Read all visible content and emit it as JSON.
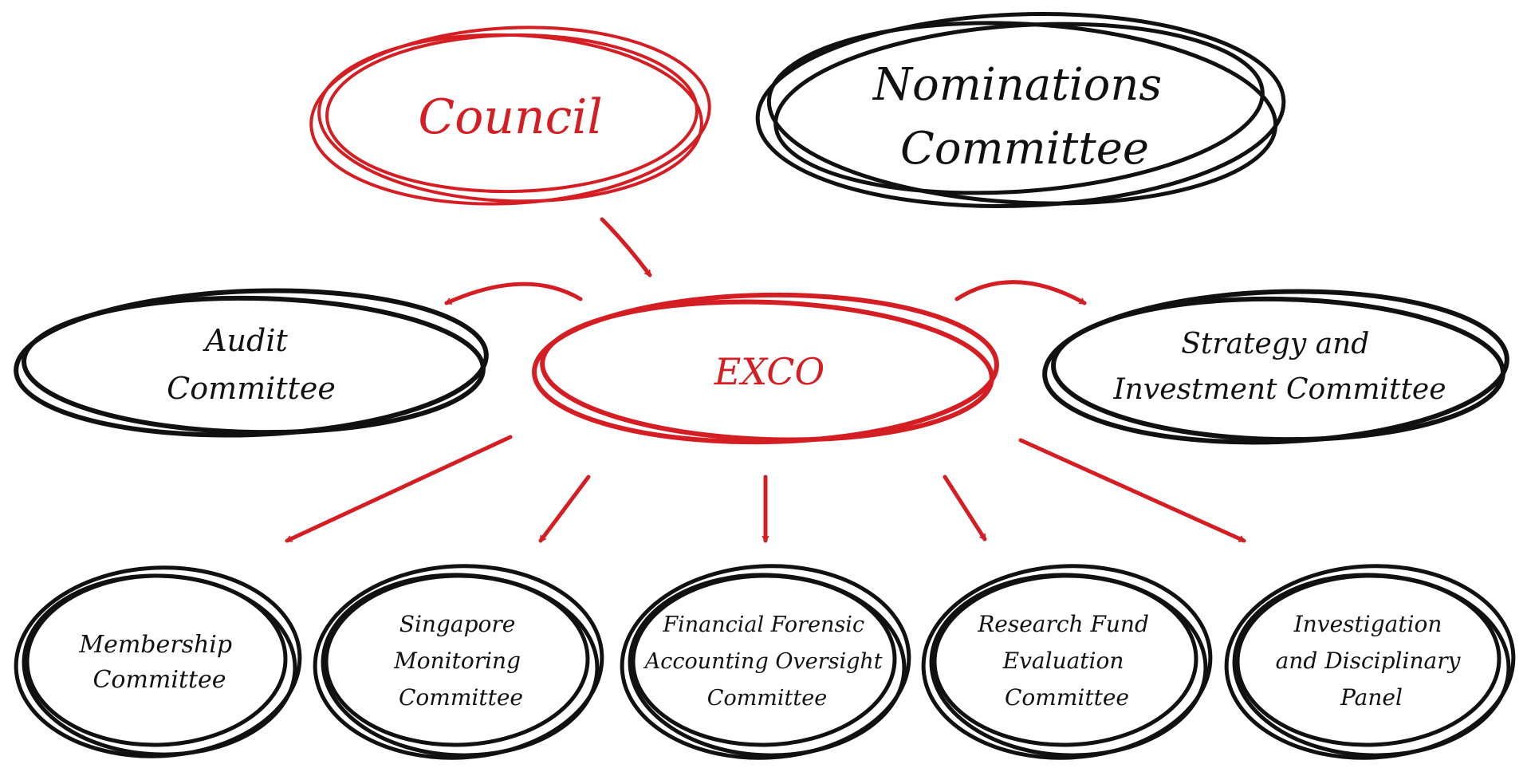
{
  "colors": {
    "red": "#d51e23",
    "black": "#111111"
  },
  "nodes": {
    "council": {
      "lines": [
        "Council"
      ]
    },
    "nominations": {
      "lines": [
        "Nominations",
        "Committee"
      ]
    },
    "audit": {
      "lines": [
        "Audit",
        "Committee"
      ]
    },
    "exco": {
      "lines": [
        "EXCO"
      ]
    },
    "strategy": {
      "lines": [
        "Strategy and",
        "Investment Committee"
      ]
    },
    "membership": {
      "lines": [
        "Membership",
        "Committee"
      ]
    },
    "singapore": {
      "lines": [
        "Singapore",
        "Monitoring",
        "Committee"
      ]
    },
    "financial": {
      "lines": [
        "Financial Forensic",
        "Accounting Oversight",
        "Committee"
      ]
    },
    "research": {
      "lines": [
        "Research Fund",
        "Evaluation",
        "Committee"
      ]
    },
    "investigation": {
      "lines": [
        "Investigation",
        "and Disciplinary",
        "Panel"
      ]
    }
  }
}
